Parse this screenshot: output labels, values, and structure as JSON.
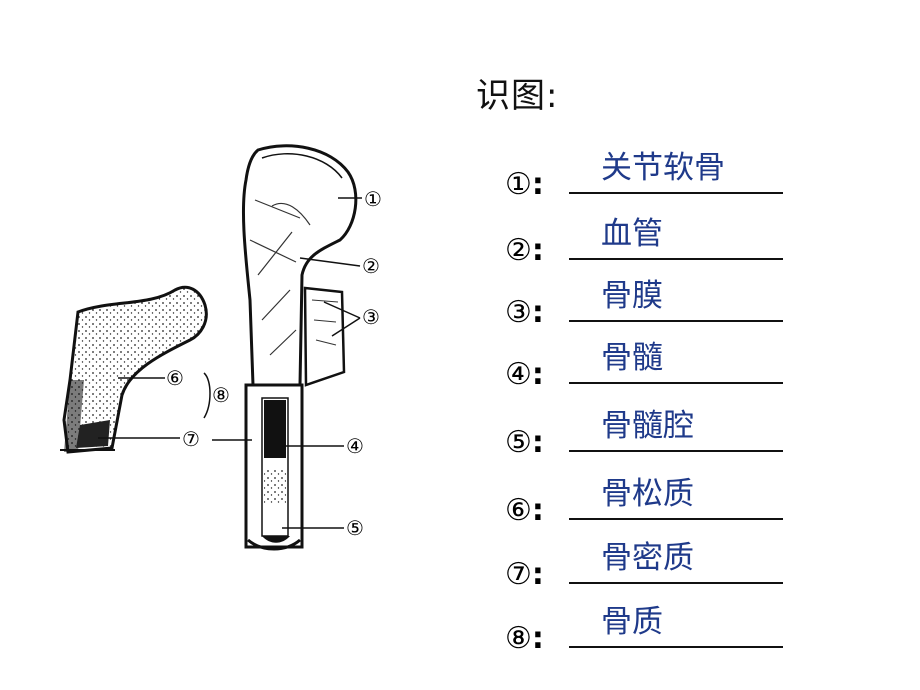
{
  "title": "识图:",
  "diagram": {
    "callouts": [
      "①",
      "②",
      "③",
      "④",
      "⑤",
      "⑥",
      "⑦",
      "⑧"
    ]
  },
  "items": [
    {
      "number": "①",
      "answer": "关节软骨"
    },
    {
      "number": "②",
      "answer": "血管"
    },
    {
      "number": "③",
      "answer": "骨膜"
    },
    {
      "number": "④",
      "answer": "骨髓"
    },
    {
      "number": "⑤",
      "answer": "骨髓腔"
    },
    {
      "number": "⑥",
      "answer": "骨松质"
    },
    {
      "number": "⑦",
      "answer": "骨密质"
    },
    {
      "number": "⑧",
      "answer": "骨质"
    }
  ]
}
